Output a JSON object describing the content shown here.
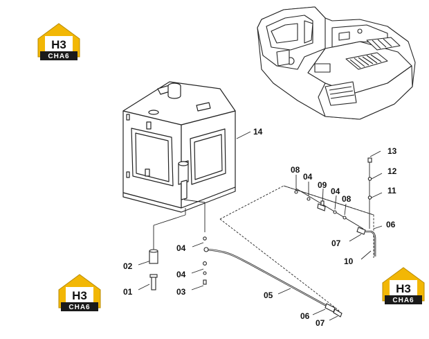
{
  "diagram": {
    "callouts": {
      "c14": "14",
      "c13": "13",
      "c12": "12",
      "c11": "11",
      "c08a": "08",
      "c04a": "04",
      "c09": "09",
      "c04b": "04",
      "c08b": "08",
      "c06a": "06",
      "c07a": "07",
      "c10": "10",
      "c04c": "04",
      "c02": "02",
      "c04d": "04",
      "c01": "01",
      "c03": "03",
      "c05": "05",
      "c06b": "06",
      "c07b": "07"
    },
    "logo": {
      "mark": "H3",
      "caption": "CHA6",
      "accent": "#f2b705"
    },
    "colors": {
      "line": "#222222",
      "part": "#ffffff"
    }
  }
}
